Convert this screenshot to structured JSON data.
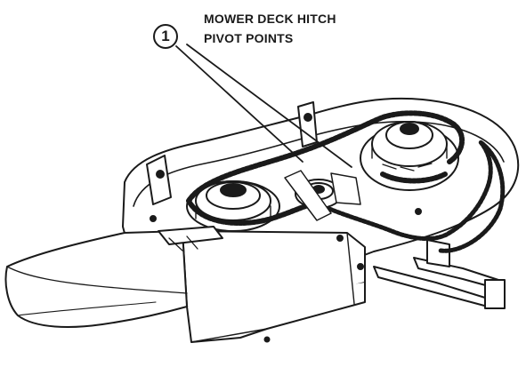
{
  "callout": {
    "number": "1",
    "label_line1": "MOWER DECK HITCH",
    "label_line2": "PIVOT POINTS"
  },
  "icons": {
    "deck": "mower-deck-illustration",
    "callout": "numbered-circle-callout"
  },
  "colors": {
    "ink": "#1a1a1a",
    "background": "#ffffff"
  }
}
